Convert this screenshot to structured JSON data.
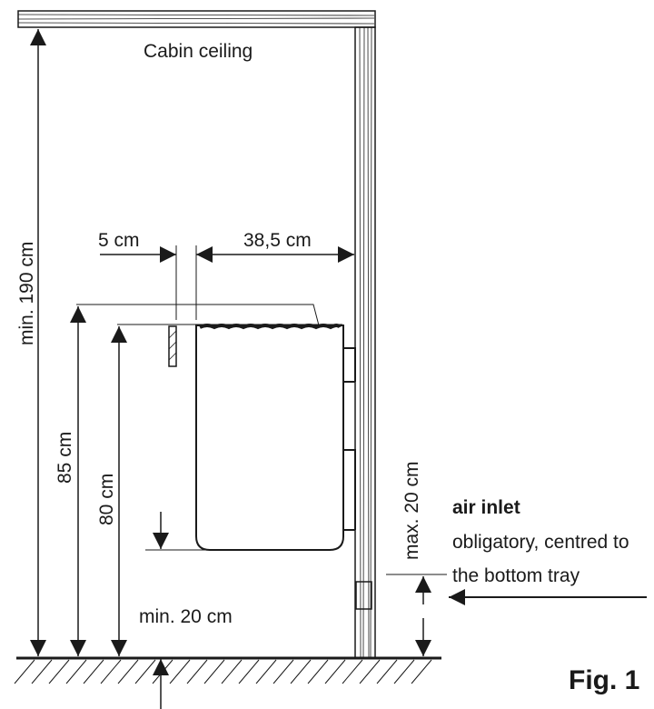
{
  "labels": {
    "ceiling": "Cabin ceiling",
    "dim_190": "min. 190 cm",
    "dim_85": "85 cm",
    "dim_80": "80 cm",
    "dim_5": "5 cm",
    "dim_38_5": "38,5 cm",
    "dim_min_20": "min. 20 cm",
    "dim_max_20": "max. 20 cm",
    "air_inlet_title": "air inlet",
    "air_inlet_line1": "obligatory, centred to",
    "air_inlet_line2": "the bottom tray",
    "figure": "Fig. 1"
  }
}
